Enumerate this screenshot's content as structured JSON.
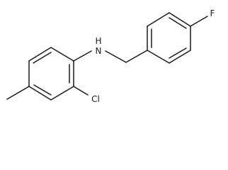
{
  "molecule": {
    "atoms": {
      "nitrogen": "N",
      "hydrogen": "H",
      "chlorine": "Cl",
      "fluorine": "F"
    },
    "colors": {
      "bond": "#1a1a1a",
      "label": "#1a1a1a",
      "background": "#ffffff"
    }
  }
}
